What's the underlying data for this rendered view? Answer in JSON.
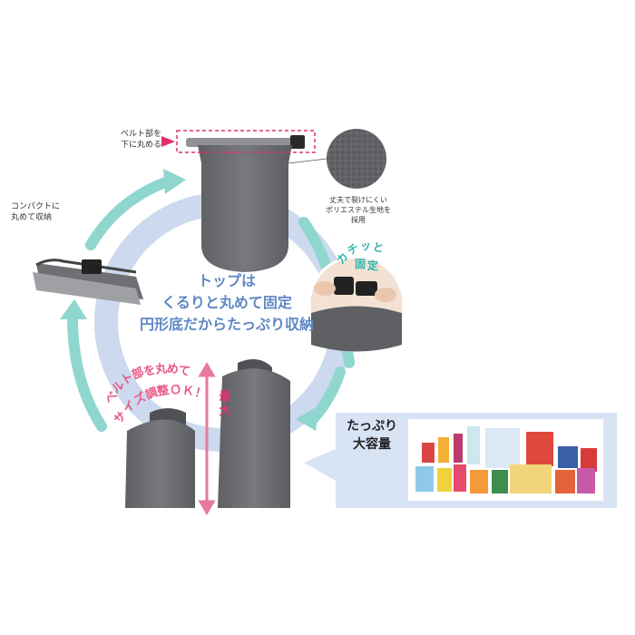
{
  "labels": {
    "belt_roll": [
      "ベルト部を",
      "下に丸める"
    ],
    "compact": [
      "コンパクトに",
      "丸めて収納"
    ],
    "fabric": [
      "丈夫で裂けにくい",
      "ポリエステル生地を",
      "採用"
    ],
    "center": [
      "トップは",
      "くるりと丸めて固定",
      "円形底だからたっぷり収納"
    ],
    "kachi": [
      "カ",
      "チ",
      "ッ",
      "と",
      "固",
      "定"
    ],
    "belt_adjust_line1": [
      "ベ",
      "ル",
      "ト",
      "部",
      "を",
      "丸",
      "め",
      "て"
    ],
    "belt_adjust_line2": [
      "サ",
      "イ",
      "ズ",
      "調",
      "整",
      "Ｏ",
      "Ｋ",
      "！"
    ],
    "max": "最大",
    "capacity": [
      "たっぷり",
      "大容量"
    ]
  },
  "colors": {
    "ring": "#ccd9ee",
    "arrow": "#8fd6ce",
    "accent_pink": "#e0306d",
    "center_text": "#5f87c4",
    "bag_gray": "#6b6d70",
    "panel_bg": "#d8e3f4"
  }
}
